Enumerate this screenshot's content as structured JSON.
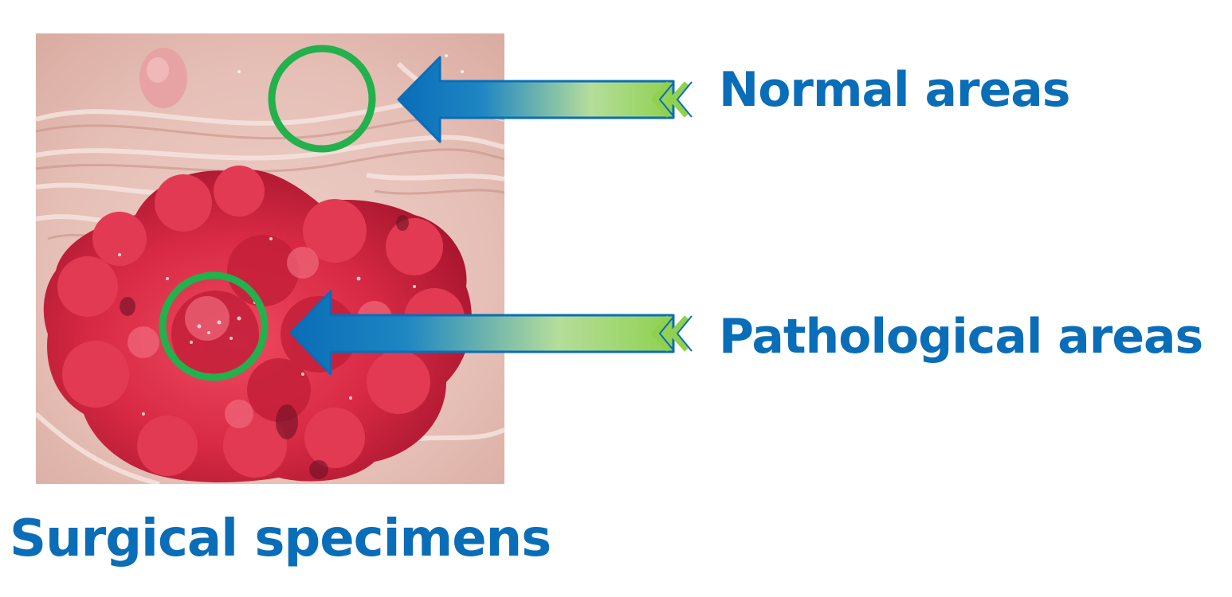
{
  "figure": {
    "caption": "Surgical specimens",
    "photo": {
      "subject": "surgical specimen photograph",
      "annotation_ring_color": "#22b14c"
    },
    "callouts": [
      {
        "label": "Normal areas",
        "arrow_icon": "left-arrow-icon",
        "marker_icon": "double-chevron-icon"
      },
      {
        "label": "Pathological areas",
        "arrow_icon": "left-arrow-icon",
        "marker_icon": "double-chevron-icon"
      }
    ]
  },
  "colors": {
    "text_blue": "#0a6db8",
    "arrow_blue": "#0a6db8",
    "arrow_green": "#8fd14f",
    "ring_green": "#22b14c",
    "tissue_pink": "#e9c7bf",
    "lesion_red": "#d92a45"
  }
}
